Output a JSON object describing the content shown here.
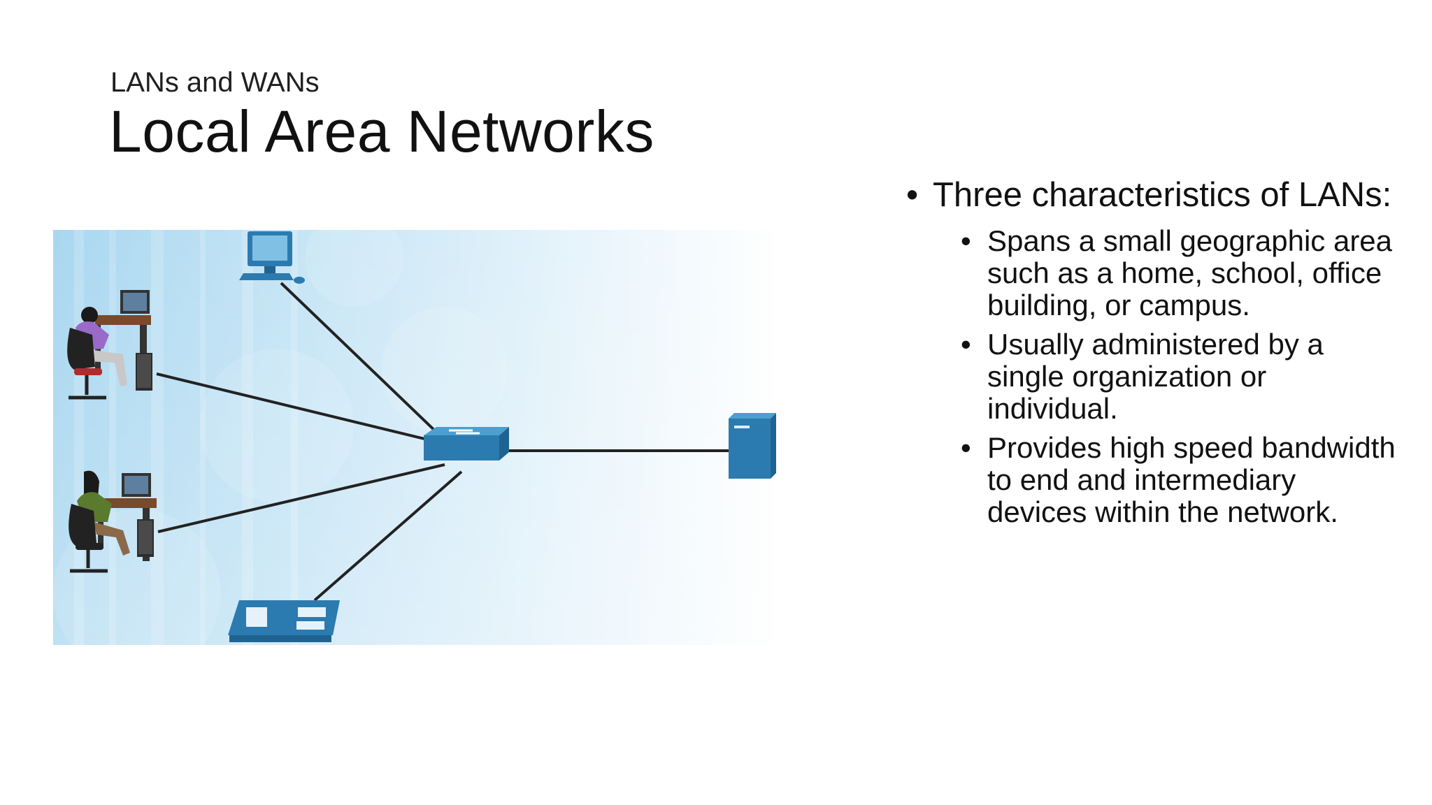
{
  "slide": {
    "section_label": "LANs and WANs",
    "title": "Local Area Networks"
  },
  "bullets": {
    "main": "Three characteristics of LANs:",
    "items": [
      {
        "text": "Spans a small geographic area such as a home, school, office building, or campus."
      },
      {
        "text": "Usually administered by a single organization or individual."
      },
      {
        "text": "Provides high speed bandwidth to end and intermediary devices within the network."
      }
    ]
  },
  "diagram": {
    "devices": [
      "computer-icon",
      "user-workstation-icon",
      "user-workstation-icon",
      "ip-phone-icon",
      "switch-icon",
      "server-icon"
    ],
    "colors": {
      "device_blue": "#2b7bb0",
      "background_light_blue": "#bfe2f4",
      "link": "#222222"
    }
  }
}
